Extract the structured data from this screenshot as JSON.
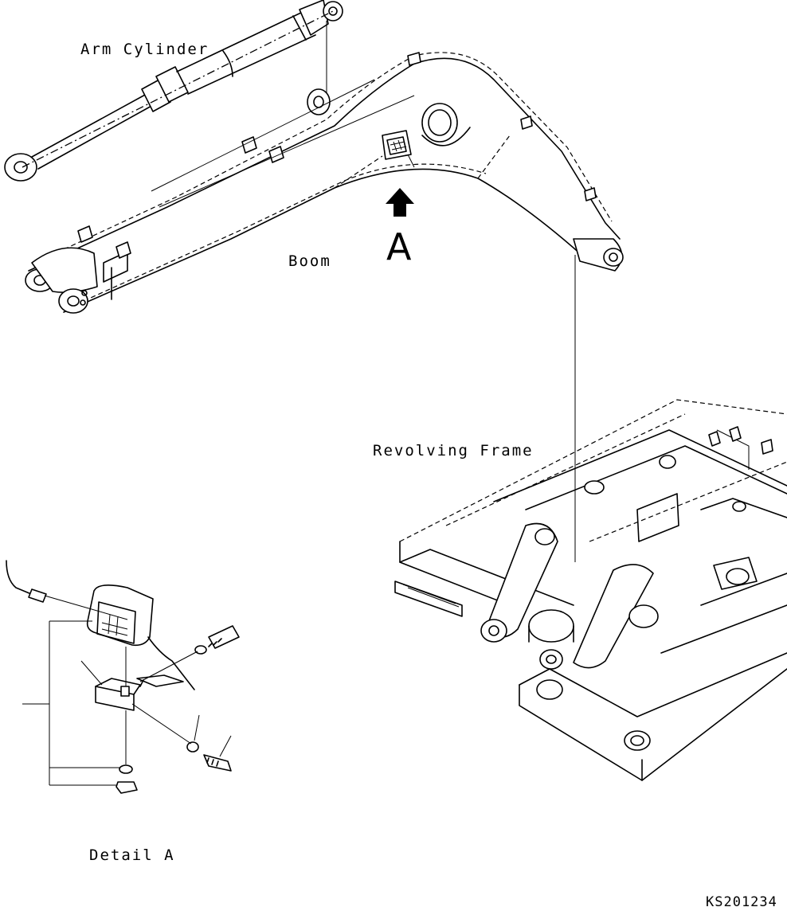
{
  "labels": {
    "arm_cylinder": "Arm Cylinder",
    "boom": "Boom",
    "view_marker": "A",
    "revolving_frame": "Revolving Frame",
    "detail": "Detail A",
    "drawing_code": "KS201234"
  },
  "icons": {
    "view_arrow": "up-arrow-icon",
    "lamp": "work-lamp-icon"
  }
}
